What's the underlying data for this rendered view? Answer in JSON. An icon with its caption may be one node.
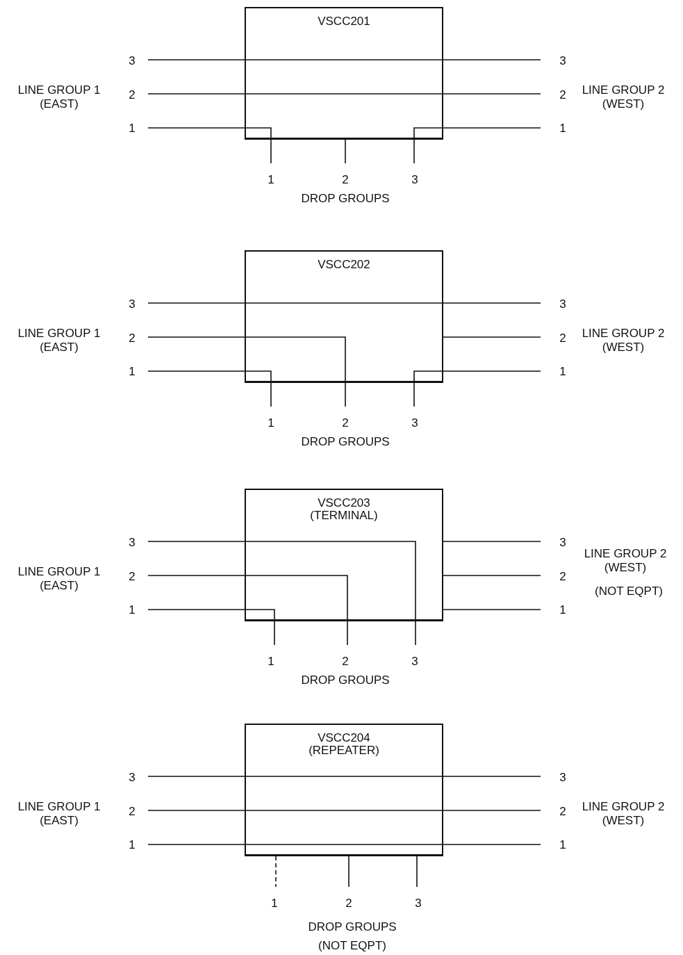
{
  "diagram": {
    "nodes": [
      {
        "text": [
          "VSCC201"
        ]
      },
      {
        "text": [
          "VSCC202"
        ]
      },
      {
        "text": [
          "VSCC203 (TERMINAL)"
        ]
      },
      {
        "text": [
          "VSCC204 (REPEATER)"
        ]
      }
    ],
    "labels": [
      "LINE GROUP 1 (EAST)",
      "3",
      "2",
      "1",
      "LINE GROUP 2 (WEST)",
      "3",
      "2",
      "1",
      "1",
      "2",
      "3",
      "DROP GROUPS",
      "LINE GROUP 1 (EAST)",
      "3",
      "2",
      "1",
      "LINE GROUP 2 (WEST)",
      "3",
      "2",
      "1",
      "1",
      "2",
      "3",
      "DROP GROUPS",
      "LINE GROUP 1 (EAST)",
      "3",
      "2",
      "1",
      "LINE GROUP 2 (WEST)",
      "(NOT EQPT)",
      "3",
      "2",
      "1",
      "1",
      "2",
      "3",
      "DROP GROUPS",
      "LINE GROUP 1 (EAST)",
      "3",
      "2",
      "1",
      "LINE GROUP 2 (WEST)",
      "3",
      "2",
      "1",
      "1",
      "2",
      "3",
      "DROP GROUPS",
      "(NOT EQPT)"
    ]
  }
}
